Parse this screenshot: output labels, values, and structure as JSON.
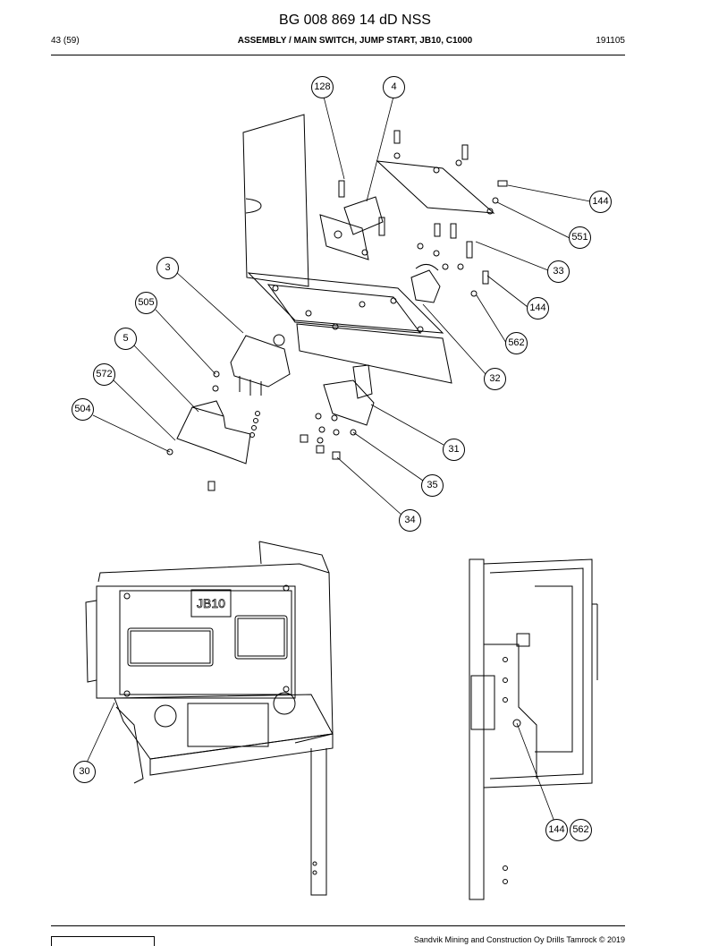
{
  "header": {
    "doc_number": "BG 008 869 14 dD NSS",
    "page": "43 (59)",
    "title": "ASSEMBLY / MAIN SWITCH, JUMP START, JB10, C1000",
    "date": "191105"
  },
  "drawing": {
    "box_label": "JB10"
  },
  "callouts": [
    {
      "id": "c128",
      "label": "128"
    },
    {
      "id": "c4",
      "label": "4"
    },
    {
      "id": "c144a",
      "label": "144"
    },
    {
      "id": "c551",
      "label": "551"
    },
    {
      "id": "c3",
      "label": "3"
    },
    {
      "id": "c33",
      "label": "33"
    },
    {
      "id": "c505",
      "label": "505"
    },
    {
      "id": "c144b",
      "label": "144"
    },
    {
      "id": "c5",
      "label": "5"
    },
    {
      "id": "c562a",
      "label": "562"
    },
    {
      "id": "c572",
      "label": "572"
    },
    {
      "id": "c32",
      "label": "32"
    },
    {
      "id": "c504",
      "label": "504"
    },
    {
      "id": "c31",
      "label": "31"
    },
    {
      "id": "c35",
      "label": "35"
    },
    {
      "id": "c34",
      "label": "34"
    },
    {
      "id": "c30",
      "label": "30"
    },
    {
      "id": "c144c",
      "label": "144"
    },
    {
      "id": "c562b",
      "label": "562"
    }
  ],
  "footer": {
    "copyright": "Sandvik Mining and Construction Oy Drills Tamrock © 2019"
  }
}
